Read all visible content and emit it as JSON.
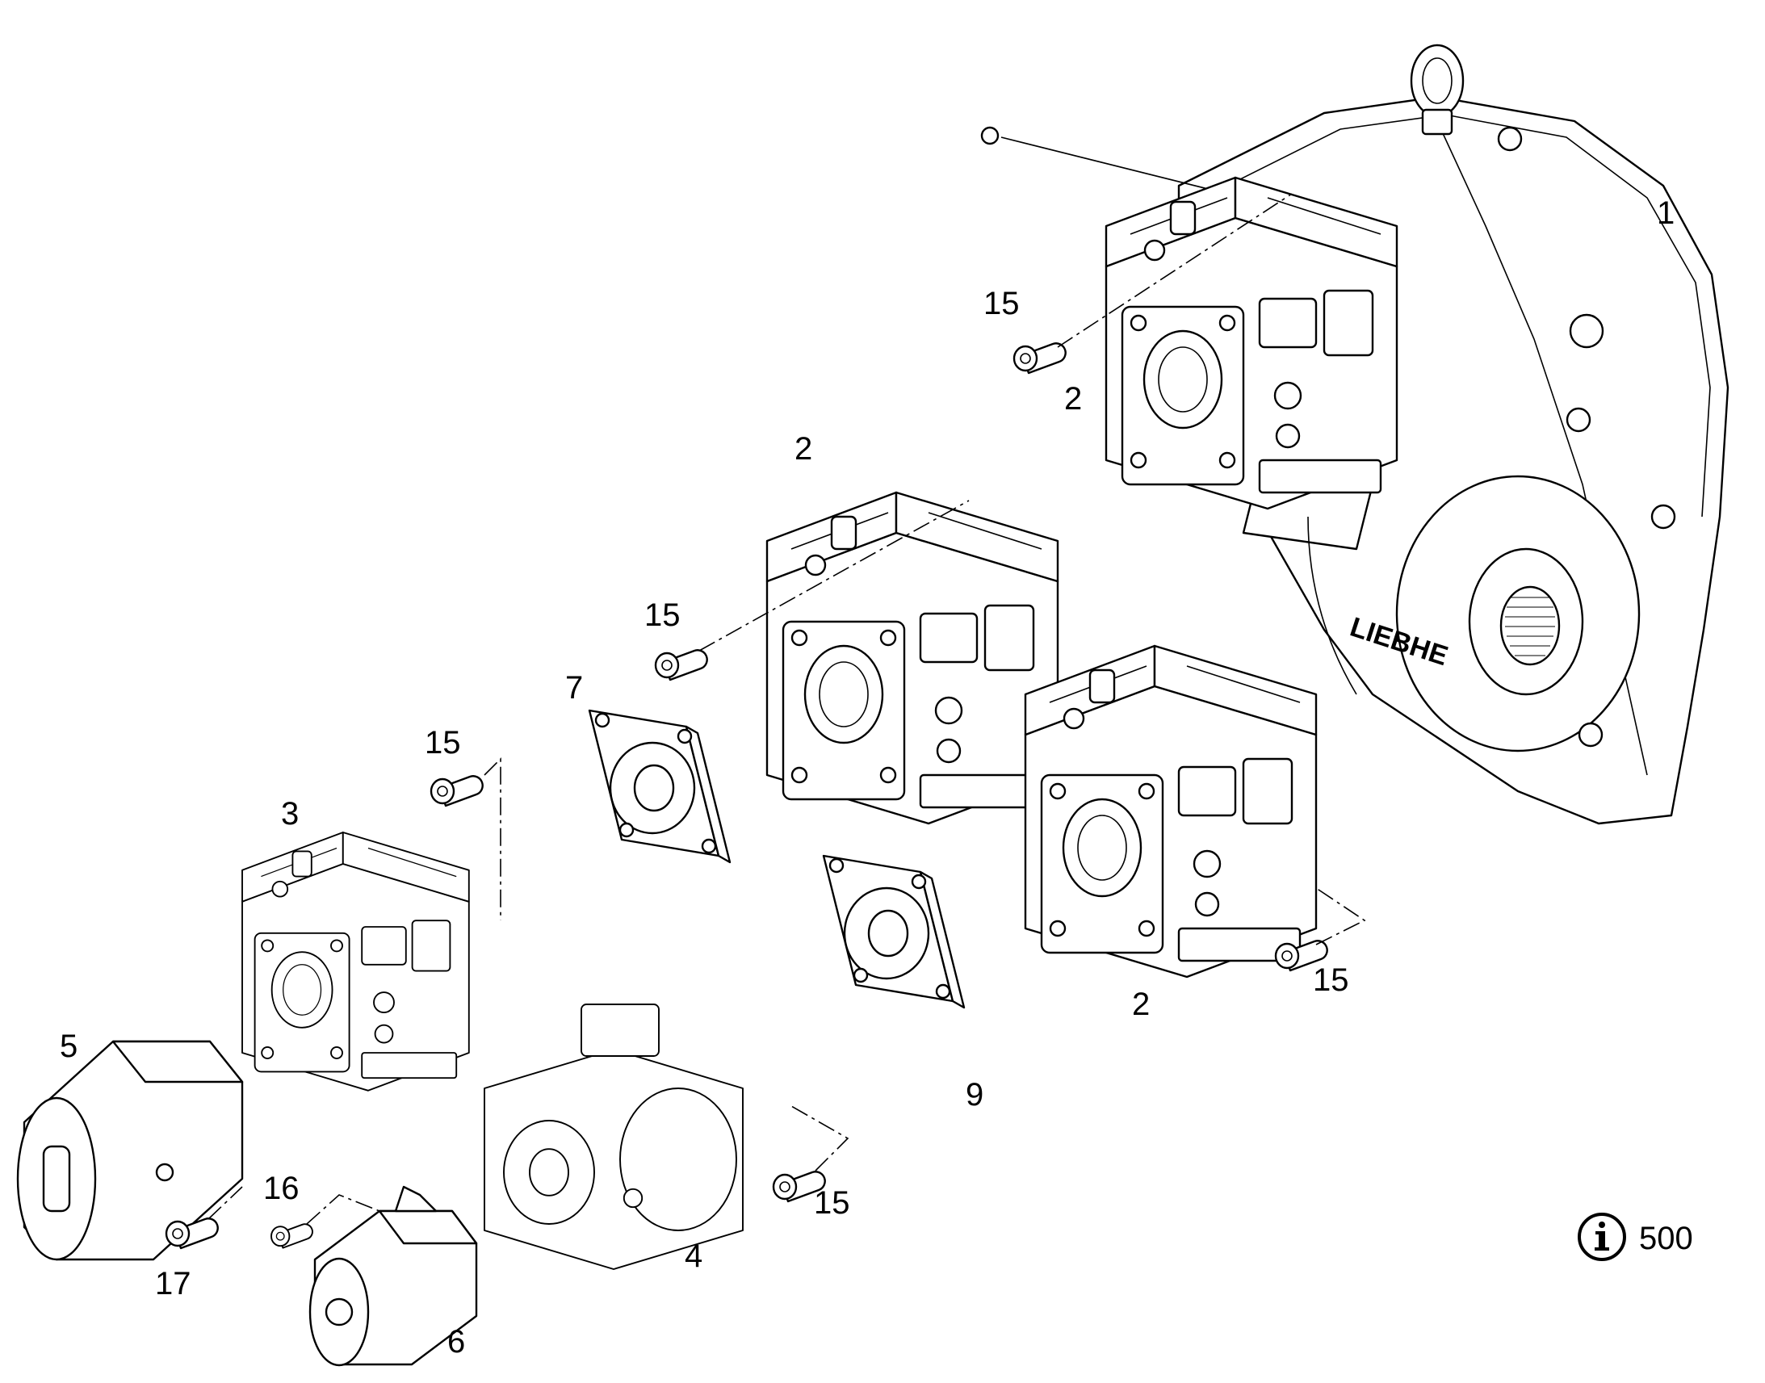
{
  "labels": {
    "gearbox": "1",
    "pump_upper": "2",
    "pump_middle": "2",
    "pump_lower": "2",
    "pump_3": "3",
    "pump_4": "4",
    "gear_pump_5": "5",
    "gear_pump_6": "6",
    "adapter_7": "7",
    "adapter_9": "9",
    "screw_15_a": "15",
    "screw_15_b": "15",
    "screw_15_c": "15",
    "screw_15_d": "15",
    "screw_15_e": "15",
    "screw_16": "16",
    "screw_17": "17"
  },
  "info": {
    "icon": "info-icon",
    "value": "500"
  },
  "brand_text": "LIEBHE"
}
